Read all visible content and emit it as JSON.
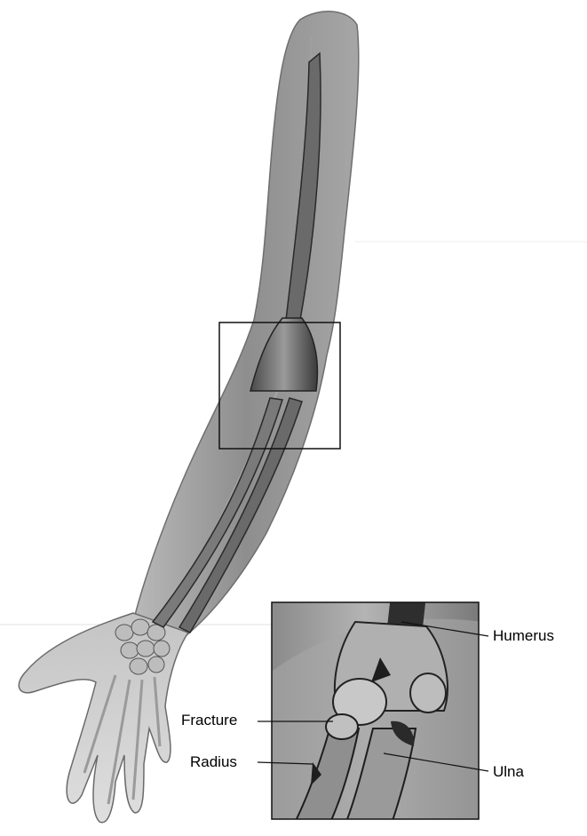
{
  "figure": {
    "labels": {
      "humerus": "Humerus",
      "fracture": "Fracture",
      "radius": "Radius",
      "ulna": "Ulna"
    }
  }
}
